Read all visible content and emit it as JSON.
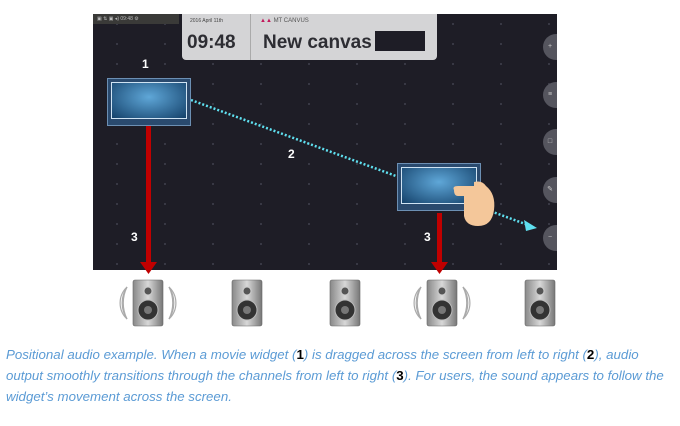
{
  "statusbar": {
    "time": "09:48"
  },
  "panel": {
    "date": "2016 April 11th",
    "clock": "09:48",
    "logo": "MT CANVUS",
    "title": "New canvas"
  },
  "labels": {
    "widget1": "1",
    "path": "2",
    "left_channel": "3",
    "right_channel": "3"
  },
  "sidebar": {
    "buttons": [
      "+",
      "≡",
      "□",
      "✎",
      "−"
    ]
  },
  "speakers": [
    {
      "active": true
    },
    {
      "active": false
    },
    {
      "active": false
    },
    {
      "active": true
    },
    {
      "active": false
    }
  ],
  "caption": {
    "p1": "Positional audio example. When a movie widget (",
    "n1": "1",
    "p2": ") is dragged across the screen from left to right (",
    "n2": "2",
    "p3": "), audio output smoothly transitions through the channels from left to right (",
    "n3": "3",
    "p4": "). For users, the sound appears to follow the widget’s movement across the screen."
  },
  "colors": {
    "arrow": "#c00000",
    "path": "#5fe0f0",
    "caption": "#5b9bd5"
  }
}
